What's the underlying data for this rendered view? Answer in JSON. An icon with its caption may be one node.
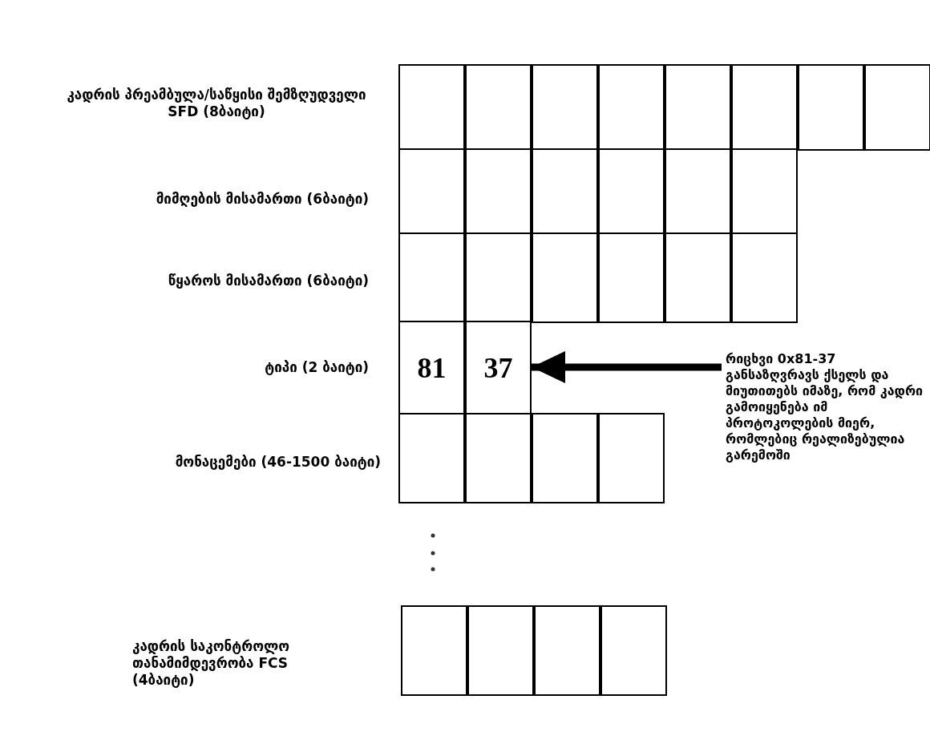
{
  "diagram": {
    "nodes": [
      {
        "text": [],
        "shape": "box"
      },
      {
        "text": [],
        "shape": "box"
      },
      {
        "text": [],
        "shape": "box"
      },
      {
        "text": [],
        "shape": "box"
      },
      {
        "text": [],
        "shape": "box"
      },
      {
        "text": [],
        "shape": "box"
      },
      {
        "text": [],
        "shape": "box"
      },
      {
        "text": [],
        "shape": "box"
      },
      {
        "text": [],
        "shape": "box"
      },
      {
        "text": [],
        "shape": "box"
      },
      {
        "text": [],
        "shape": "box"
      },
      {
        "text": [],
        "shape": "box"
      },
      {
        "text": [],
        "shape": "box"
      },
      {
        "text": [],
        "shape": "box"
      },
      {
        "text": [],
        "shape": "box"
      },
      {
        "text": [],
        "shape": "box"
      },
      {
        "text": [],
        "shape": "box"
      },
      {
        "text": [],
        "shape": "box"
      },
      {
        "text": [],
        "shape": "box"
      },
      {
        "text": [],
        "shape": "box"
      },
      {
        "text": [
          "81"
        ]
      },
      {
        "text": [
          "37"
        ]
      },
      {
        "text": [],
        "shape": "box"
      },
      {
        "text": [],
        "shape": "box"
      },
      {
        "text": [],
        "shape": "box"
      },
      {
        "text": [],
        "shape": "box"
      },
      {
        "text": [],
        "shape": "box"
      },
      {
        "text": [],
        "shape": "box"
      },
      {
        "text": [],
        "shape": "box"
      },
      {
        "text": [],
        "shape": "box"
      },
      {
        "text": [
          "რიცხვი 0x81-37 განსაზღვრავს ქსელს და მიუთითებს იმაზე, რომ კადრი გამოიყენება იმ პროტოკოლების მიერ, რომლებიც რეალიზებულია გარემოში"
        ]
      }
    ],
    "edges": [
      {
        "from": 30,
        "to": 21,
        "arrow": "to"
      }
    ],
    "labels": [
      "კადრის პრეამბულა/საწყისი შემზღუდველი SFD (8ბაიტი)",
      "მიმღების მისამართი (6ბაიტი)",
      "წყაროს მისამართი (6ბაიტი)",
      "ტიპი (2 ბაიტი)",
      "მონაცემები (46-1500 ბაიტი)",
      "კადრის საკონტროლო თანამიმდევრობა FCS (4ბაიტი)"
    ]
  }
}
